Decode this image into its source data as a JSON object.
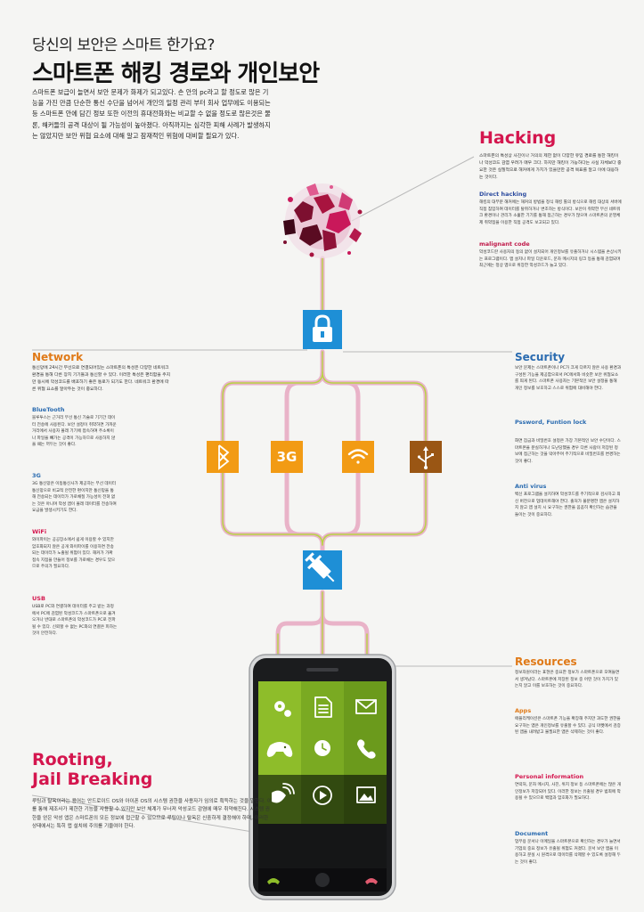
{
  "header": {
    "subtitle": "당신의 보안은 스마트 한가요?",
    "title": "스마트폰 해킹 경로와 개인보안",
    "intro": "스마트폰 보급이 늘면서 보안 문제가 화제가 되고있다. 손 안의 pc라고 할 정도로 많은 기능을 가진 만큼 단순한 통신 수단을 넘어서 개인의 일정 관리 부터 회사 업무에도 이용되는 등 스마트폰 안에 담긴 정보 또한 이전의 휴대전화와는 비교할 수 없을 정도로 많은것은 물론, 해커들의 공격 대상이 될 가능성이 높아졌다. 아직까지는 심각한 피해 사례가 발생하지는 않았지만 보안 위협 요소에 대해 알고 잠재적인 위험에 대비할 필요가 있다."
  },
  "hacking": {
    "title": "Hacking",
    "text": "스마트폰의 특성상 사진이나 거의의 제한 없이 다양한 유입 경로를 통한 해킹이나 악성코드 감염 우려가 매우 크다. 하지만 해킹이 가능하다는 사실 자체보다 중요한 것은 실질적으로 해커에게 가치가 있을만한 공격 목표를 알고 이에 대응하는 것이다.",
    "direct_title": "Direct hacking",
    "direct_text": "해킹의 대부분 해커에는 해커의 방법을 정식 해킹 툴의 방식으로 해킹 대상의 서버에 직접 침입하여 데이터를 탈취하거나 변조하는 방식이다. 보안이 취약한 무선 네트워크 환경이나 관리가 소홀한 기기를 통해 접근하는 경우가 많으며 스마트폰의 운영체제 취약점을 이용한 직접 공격도 보고되고 있다.",
    "malignant_title": "malignant code",
    "malignant_text": "악성코드란 사용자의 동의 없이 설치되어 개인정보를 유출하거나 시스템을 손상시키는 프로그램이다. 앱 설치나 파일 다운로드, 문자 메시지의 링크 등을 통해 감염되며 최근에는 정상 앱으로 위장한 악성코드가 늘고 있다."
  },
  "network": {
    "title": "Network",
    "text": "통신망에 24시간 무선으로 연결되어있는 스마트폰의 특성은 다양한 네트워크 환경을 통해 다른 장치 기기들과 통신할 수 있다. 이러한 특성은 편리함을 주지만 동시에 악성코드를 배포하기 좋은 통로가 되기도 한다. 네트워크 환경에 따른 위협 요소를 알아두는 것이 중요하다.",
    "items": [
      {
        "title": "BlueTooth",
        "text": "블루투스는 근거리 무선 통신 기술로 기기간 데이터 전송에 사용된다. 보안 설정이 취약하면 가까운 거리에서 사용자 몰래 기기에 접속하여 주소록이나 파일을 빼가는 공격이 가능하므로 사용하지 않을 때는 꺼두는 것이 좋다."
      },
      {
        "title": "3G",
        "text": "3G 통신망은 이동통신사가 제공하는 무선 데이터 통신망으로 비교적 안전한 편이지만 통신망을 통해 전송되는 데이터가 가로채질 가능성이 전혀 없는 것은 아니며 악성 앱이 몰래 데이터를 전송하여 요금을 발생시키기도 한다."
      },
      {
        "title": "WiFi",
        "text": "와이파이는 공공장소에서 쉽게 이용할 수 있지만 암호화되지 않은 공개 와이파이를 이용하면 전송되는 데이터가 노출될 위험이 있다. 해커가 가짜 접속 지점을 만들어 정보를 가로채는 경우도 있으므로 주의가 필요하다."
      },
      {
        "title": "USB",
        "text": "USB로 PC와 연결하여 데이터를 주고 받는 과정에서 PC에 감염된 악성코드가 스마트폰으로 옮겨오거나 반대로 스마트폰의 악성코드가 PC로 전파될 수 있다. 신뢰할 수 없는 PC와의 연결은 피하는 것이 안전하다."
      }
    ]
  },
  "security": {
    "title": "Security",
    "text": "보안 문제는 스마트폰이나 PC가 크게 다르지 않은 사용 환경과 구성된 기능을 제공함으로서 PC에서와 비슷한 보안 위협요소를 띄게 된다. 스마트폰 사용자는 기본적인 보안 설정을 통해 개인 정보를 보호하고 스스로 위험에 대비해야 한다.",
    "items": [
      {
        "title": "Pssword, Funtion lock",
        "text": "화면 잠금과 비밀번호 설정은 가장 기본적인 보안 수단이다. 스마트폰을 분실하거나 도난당했을 경우 다른 사람이 저장된 정보에 접근하는 것을 막아주며 주기적으로 비밀번호를 변경하는 것이 좋다."
      },
      {
        "title": "Anti virus",
        "text": "백신 프로그램을 설치하여 악성코드를 주기적으로 검사하고 최신 버전으로 업데이트해야 한다. 출처가 불분명한 앱은 설치하지 않고 앱 설치 시 요구하는 권한을 꼼꼼히 확인하는 습관을 들이는 것이 중요하다."
      }
    ]
  },
  "resources": {
    "title": "Resources",
    "text": "정보자원이라는 표현은 중요한 정보가 스마트폰으로 모여들면서 생겨났다. 스마트폰에 저장된 정보 중 어떤 것이 가치가 있는지 알고 이를 보호하는 것이 중요하다.",
    "items": [
      {
        "title": "Apps",
        "text": "애플리케이션은 스마트폰 기능을 확장해 주지만 과도한 권한을 요구하는 앱은 개인정보를 유출할 수 있다. 공식 마켓에서 검증된 앱을 내려받고 불필요한 앱은 삭제하는 것이 좋다."
      },
      {
        "title": "Personal information",
        "text": "연락처, 문자 메시지, 사진, 위치 정보 등 스마트폰에는 많은 개인정보가 저장되어 있다. 이러한 정보는 유출될 경우 범죄에 악용될 수 있으므로 백업과 암호화가 필요하다."
      },
      {
        "title": "Document",
        "text": "업무용 문서나 이메일을 스마트폰으로 확인하는 경우가 늘면서 기업의 중요 정보가 유출될 위험도 커졌다. 문서 보안 앱을 이용하고 분실 시 원격으로 데이터를 삭제할 수 있도록 설정해 두는 것이 좋다."
      }
    ]
  },
  "rooting": {
    "title_line1": "Rooting,",
    "title_line2": "Jail Breaking",
    "text": "루팅과 탈옥이라는 용어는 안드로이드 OS와 아이폰 OS의 시스템 권한을 사용자가 임의로 획득하는 것을 말한다. 이를 통해 제조사가 제한한 기능을 사용할 수 있지만 보안 체계가 무너져 악성코드 감염에 매우 취약해진다. 시스템 권한을 얻은 악성 앱은 스마트폰의 모든 정보에 접근할 수 있으므로 루팅이나 탈옥은 신중하게 결정해야 하며, 이러한 상태에서는 특히 앱 설치에 주의를 기울여야 한다."
  },
  "nodes": {
    "three_g_label": "3G"
  },
  "colors": {
    "pink_accent": "#d4164e",
    "orange_accent": "#e07a18",
    "blue_accent": "#2a6bb0",
    "node_blue": "#1e8fd6",
    "node_orange": "#f29b14",
    "node_brown": "#9a5614",
    "pipe_pink": "#e9b3c8",
    "phone_green_light": "#8ebd2a",
    "phone_green_dark": "#567a1a"
  }
}
